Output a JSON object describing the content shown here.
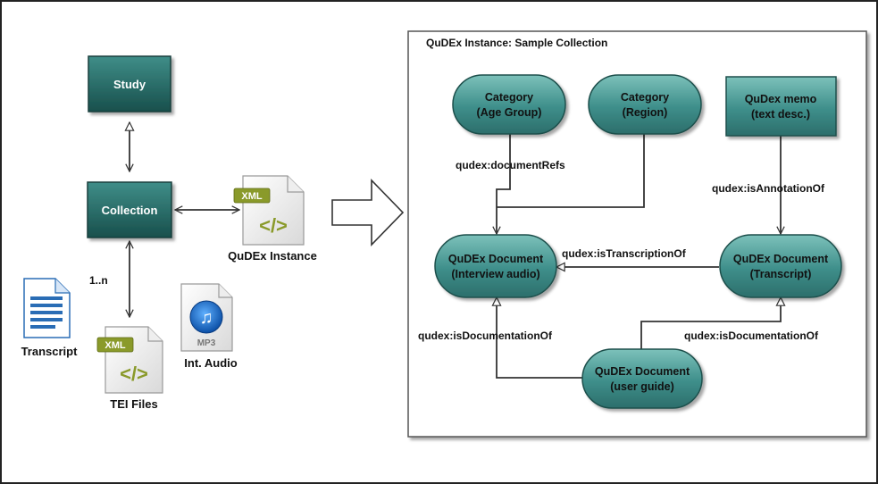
{
  "left": {
    "study": "Study",
    "collection": "Collection",
    "multiplicity": "1..n",
    "qudex_instance": "QuDEx Instance",
    "transcript": "Transcript",
    "tei_files": "TEI Files",
    "int_audio": "Int. Audio",
    "xml_badge": "XML",
    "xml_tag": "</>",
    "mp3_badge": "MP3"
  },
  "panel": {
    "title": "QuDEx Instance: Sample Collection",
    "nodes": {
      "category_age": [
        "Category",
        "(Age Group)"
      ],
      "category_region": [
        "Category",
        "(Region)"
      ],
      "memo": [
        "QuDex memo",
        "(text desc.)"
      ],
      "doc_audio": [
        "QuDEx Document",
        "(Interview audio)"
      ],
      "doc_transcript": [
        "QuDEx Document",
        "(Transcript)"
      ],
      "doc_guide": [
        "QuDEx Document",
        "(user guide)"
      ]
    },
    "edges": {
      "document_refs": "qudex:documentRefs",
      "is_annotation_of": "qudex:isAnnotationOf",
      "is_transcription_of": "qudex:isTranscriptionOf",
      "is_documentation_of_left": "qudex:isDocumentationOf",
      "is_documentation_of_right": "qudex:isDocumentationOf"
    }
  },
  "colors": {
    "node_fill": "#3d8b88",
    "node_fill_light": "#6fb3ad",
    "study_fill": "#1f5f5c",
    "line": "#333333",
    "xml_green": "#8a9a2a",
    "doc_blue": "#2a6db5",
    "mp3_blue": "#1f6fc9"
  }
}
